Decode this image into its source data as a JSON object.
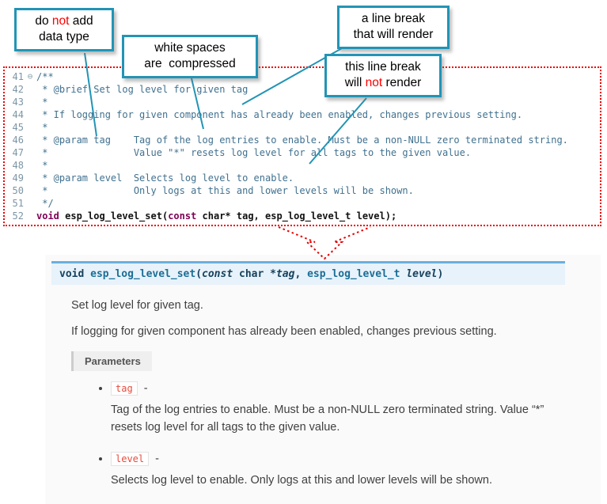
{
  "colors": {
    "callout_border": "#2294b5",
    "annotation_red": "#ff0000",
    "code_border_red": "#ea0000",
    "comment_color": "#40718f",
    "keyword_color": "#7f0055",
    "signature_bg": "#e7f2fa",
    "signature_border": "#6ab0de",
    "literal_red": "#e74c3c"
  },
  "callouts": [
    {
      "name": "do-not-add-data-type",
      "lines": [
        [
          {
            "t": "do "
          },
          {
            "t": "not",
            "red": true
          },
          {
            "t": " add"
          }
        ],
        [
          {
            "t": "data type"
          }
        ]
      ]
    },
    {
      "name": "white-spaces-compressed",
      "lines": [
        [
          {
            "t": "white spaces"
          }
        ],
        [
          {
            "t": "are  compressed"
          }
        ]
      ]
    },
    {
      "name": "line-break-will-render",
      "lines": [
        [
          {
            "t": "a line break"
          }
        ],
        [
          {
            "t": "that will render"
          }
        ]
      ]
    },
    {
      "name": "line-break-will-not-render",
      "lines": [
        [
          {
            "t": "this line break"
          }
        ],
        [
          {
            "t": "will "
          },
          {
            "t": "not",
            "red": true
          },
          {
            "t": " render"
          }
        ]
      ]
    }
  ],
  "code": {
    "lines": [
      {
        "num": "41",
        "fold": "⊖",
        "segments": [
          {
            "t": "/**",
            "c": "comment"
          }
        ]
      },
      {
        "num": "42",
        "segments": [
          {
            "t": " * @brief Set log level for given tag",
            "c": "comment"
          }
        ]
      },
      {
        "num": "43",
        "segments": [
          {
            "t": " *",
            "c": "comment"
          }
        ]
      },
      {
        "num": "44",
        "segments": [
          {
            "t": " * If logging for given component has already been enabled, changes previous setting.",
            "c": "comment"
          }
        ]
      },
      {
        "num": "45",
        "segments": [
          {
            "t": " *",
            "c": "comment"
          }
        ]
      },
      {
        "num": "46",
        "segments": [
          {
            "t": " * @param tag    Tag of the log entries to enable. Must be a non-NULL zero terminated string.",
            "c": "comment"
          }
        ]
      },
      {
        "num": "47",
        "segments": [
          {
            "t": " *               Value \"*\" resets log level for all tags to the given value.",
            "c": "comment"
          }
        ]
      },
      {
        "num": "48",
        "segments": [
          {
            "t": " *",
            "c": "comment"
          }
        ]
      },
      {
        "num": "49",
        "segments": [
          {
            "t": " * @param level  Selects log level to enable.",
            "c": "comment"
          }
        ]
      },
      {
        "num": "50",
        "segments": [
          {
            "t": " *               Only logs at this and lower levels will be shown.",
            "c": "comment"
          }
        ]
      },
      {
        "num": "51",
        "segments": [
          {
            "t": " */",
            "c": "comment"
          }
        ]
      },
      {
        "num": "52",
        "segments": [
          {
            "t": "void",
            "c": "kw"
          },
          {
            "t": " esp_log_level_set(",
            "c": "plain"
          },
          {
            "t": "const",
            "c": "kw"
          },
          {
            "t": " char* tag, esp_log_level_t level);",
            "c": "plain"
          }
        ]
      }
    ]
  },
  "doc": {
    "signature": [
      {
        "t": "void",
        "c": "kw"
      },
      {
        "t": " ",
        "c": "plain"
      },
      {
        "t": "esp_log_level_set",
        "c": "name"
      },
      {
        "t": "(",
        "c": "plain"
      },
      {
        "t": "const",
        "c": "kwi"
      },
      {
        "t": " char *",
        "c": "plain"
      },
      {
        "t": "tag",
        "c": "param"
      },
      {
        "t": ", ",
        "c": "plain"
      },
      {
        "t": "esp_log_level_t",
        "c": "type"
      },
      {
        "t": " ",
        "c": "plain"
      },
      {
        "t": "level",
        "c": "param"
      },
      {
        "t": ")",
        "c": "plain"
      }
    ],
    "brief": "Set log level for given tag.",
    "description": "If logging for given component has already been enabled, changes previous setting.",
    "parameters_label": "Parameters",
    "params": [
      {
        "name": "tag",
        "desc": "Tag of the log entries to enable. Must be a non-NULL zero terminated string. Value “*” resets log level for all tags to the given value."
      },
      {
        "name": "level",
        "desc": "Selects log level to enable. Only logs at this and lower levels will be shown."
      }
    ]
  }
}
